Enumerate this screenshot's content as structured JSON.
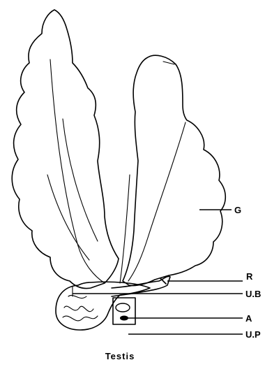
{
  "labels": {
    "g": "G",
    "r": "R",
    "ub": "U.B",
    "a": "A",
    "up": "U.P"
  },
  "caption": "Testis"
}
